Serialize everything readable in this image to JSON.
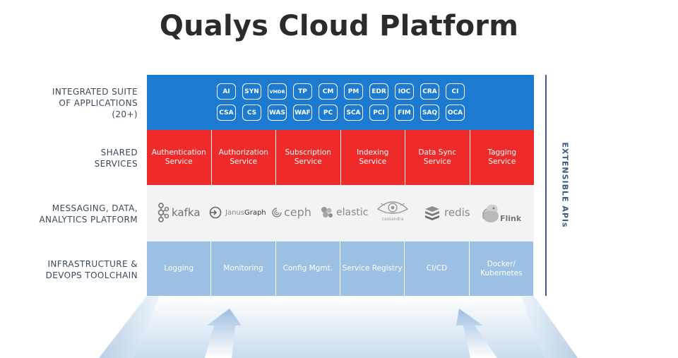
{
  "title": "Qualys Cloud Platform",
  "row_labels": {
    "apps": [
      "INTEGRATED SUITE",
      "OF APPLICATIONS",
      "(20+)"
    ],
    "shared": [
      "SHARED",
      "SERVICES"
    ],
    "messaging": [
      "MESSAGING, DATA,",
      "ANALYTICS PLATFORM"
    ],
    "infra": [
      "INFRASTRUCTURE &",
      "DEVOPS TOOLCHAIN"
    ]
  },
  "apps": {
    "row1": [
      "AI",
      "SYN",
      "VMDR",
      "TP",
      "CM",
      "PM",
      "EDR",
      "IOC",
      "CRA",
      "CI"
    ],
    "row2": [
      "CSA",
      "CS",
      "WAS",
      "WAF",
      "PC",
      "SCA",
      "PCI",
      "FIM",
      "SAQ",
      "OCA"
    ]
  },
  "shared_services": [
    [
      "Authentication",
      "Service"
    ],
    [
      "Authorization",
      "Service"
    ],
    [
      "Subscription",
      "Service"
    ],
    [
      "Indexing",
      "Service"
    ],
    [
      "Data Sync",
      "Service"
    ],
    [
      "Tagging",
      "Service"
    ]
  ],
  "platform_logos": {
    "kafka": "kafka",
    "janus_prefix": "Janus",
    "janus_suffix": "Graph",
    "ceph": "ceph",
    "elastic": "elastic",
    "cassandra": "cassandra",
    "redis": "redis",
    "flink": "Flink"
  },
  "infrastructure": [
    [
      "Logging"
    ],
    [
      "Monitoring"
    ],
    [
      "Config Mgmt."
    ],
    [
      "Service Registry"
    ],
    [
      "CI/CD"
    ],
    [
      "Docker/",
      "Kubernetes"
    ]
  ],
  "extensible_label": "EXTENSIBLE APIs",
  "colors": {
    "apps_bg": "#1d7ad1",
    "shared_bg": "#ee2b2a",
    "messaging_bg": "#f1f3f5",
    "infra_bg": "#9cc0e3",
    "accent_line": "#3e5a80"
  }
}
